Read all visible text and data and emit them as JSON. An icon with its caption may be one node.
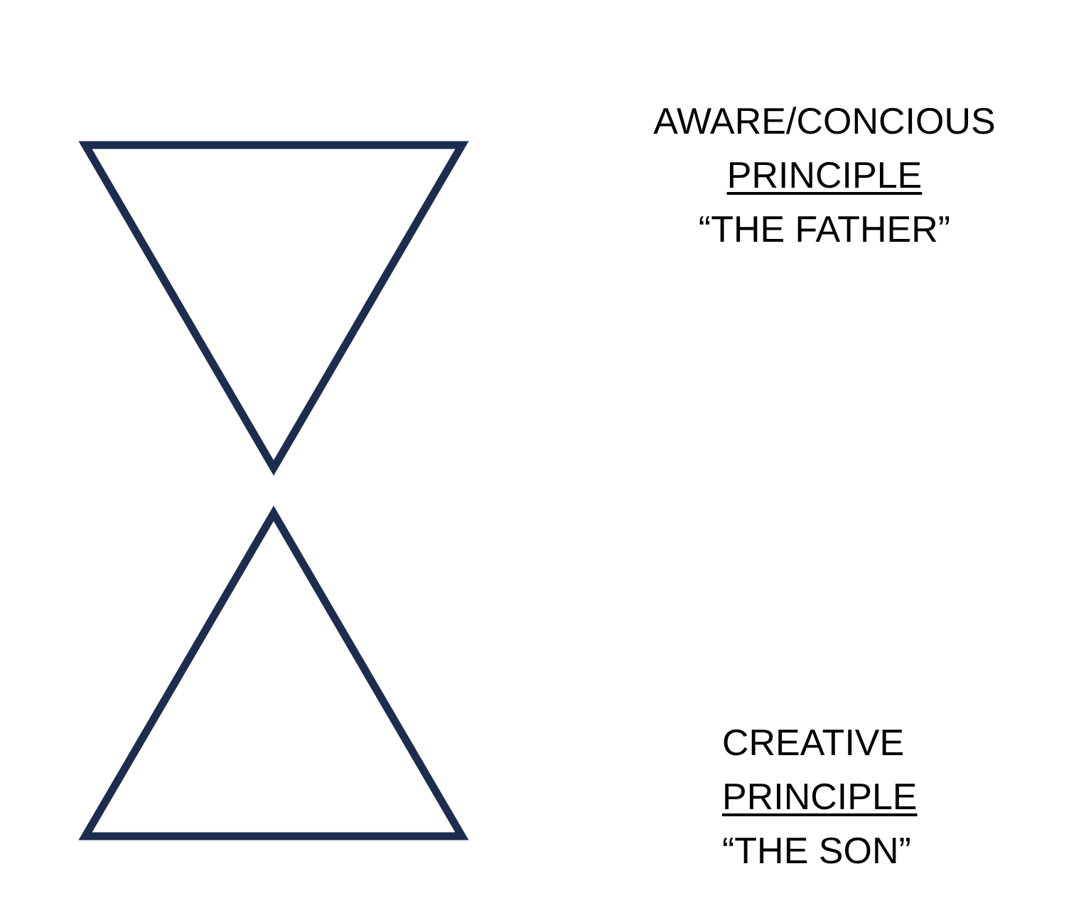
{
  "diagram": {
    "nodes": [
      {
        "text": [],
        "shape": "triangle",
        "beside": [
          "AWARE/CONCIOUS",
          "PRINCIPLE",
          "“THE FATHER”"
        ]
      },
      {
        "text": [],
        "shape": "triangle",
        "beside": [
          "CREATIVE",
          "PRINCIPLE",
          "“THE SON”"
        ]
      }
    ]
  }
}
